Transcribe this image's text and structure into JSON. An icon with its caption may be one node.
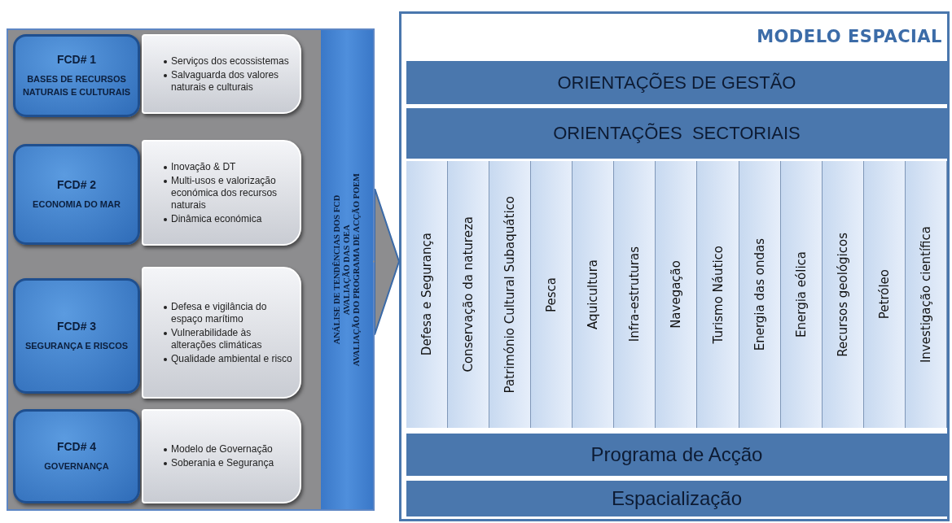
{
  "diagram": {
    "nodes": [
      {
        "text": [],
        "shape": "box"
      },
      {
        "text": [
          "FCD# 1",
          "BASES DE RECURSOS NATURAIS E CULTURAIS"
        ],
        "in": 0
      },
      {
        "text": [
          "Serviços dos ecossistemas",
          "Salvaguarda dos valores naturais e culturais"
        ],
        "in": 0
      },
      {
        "text": [
          "FCD# 2",
          "ECONOMIA DO MAR"
        ],
        "in": 0
      },
      {
        "text": [
          "Inovação & DT",
          "Multi-usos e valorização económica dos recursos naturais",
          "Dinâmica económica"
        ],
        "in": 0
      },
      {
        "text": [
          "FCD# 3",
          "SEGURANÇA E RISCOS"
        ],
        "in": 0
      },
      {
        "text": [
          "Defesa e vigilância do espaço marítimo",
          "Vulnerabilidade às alterações climáticas",
          "Qualidade ambiental e risco"
        ],
        "in": 0
      },
      {
        "text": [
          "FCD# 4",
          "GOVERNANÇA"
        ],
        "in": 0
      },
      {
        "text": [
          "Modelo de Governação",
          "Soberania e Segurança"
        ],
        "in": 0
      },
      {
        "text": [
          "ANÁLISE DE TENDÊNCIAS DOS FCD",
          "AVALIAÇÃO DAS OEA",
          "AVALIAÇÃO DO PROGRAMA DE ACÇÃO POEM"
        ],
        "in": 0
      },
      {
        "text": [
          "MODELO ESPACIAL"
        ]
      },
      {
        "text": [
          "ORIENTAÇÕES DE GESTÃO"
        ],
        "in": 10
      },
      {
        "text": [
          "ORIENTAÇÕES  SECTORIAIS"
        ],
        "in": 10
      },
      {
        "text": [
          "Defesa e Segurança"
        ],
        "in": 10
      },
      {
        "text": [
          "Conservação da natureza"
        ],
        "in": 10
      },
      {
        "text": [
          "Património Cultural Subaquático"
        ],
        "in": 10
      },
      {
        "text": [
          "Pesca"
        ],
        "in": 10
      },
      {
        "text": [
          "Aquicultura"
        ],
        "in": 10
      },
      {
        "text": [
          "Infra-estruturas"
        ],
        "in": 10
      },
      {
        "text": [
          "Navegação"
        ],
        "in": 10
      },
      {
        "text": [
          "Turismo Náutico"
        ],
        "in": 10
      },
      {
        "text": [
          "Energia das ondas"
        ],
        "in": 10
      },
      {
        "text": [
          "Energia eólica"
        ],
        "in": 10
      },
      {
        "text": [
          "Recursos geológicos"
        ],
        "in": 10
      },
      {
        "text": [
          "Petróleo"
        ],
        "in": 10
      },
      {
        "text": [
          "Investigação científica"
        ],
        "in": 10
      },
      {
        "text": [
          "Programa de Acção"
        ],
        "in": 10
      },
      {
        "text": [
          "Espacialização"
        ],
        "in": 10
      }
    ],
    "edges": [
      {
        "from": 9,
        "to": 10,
        "arrow": "to"
      }
    ]
  }
}
